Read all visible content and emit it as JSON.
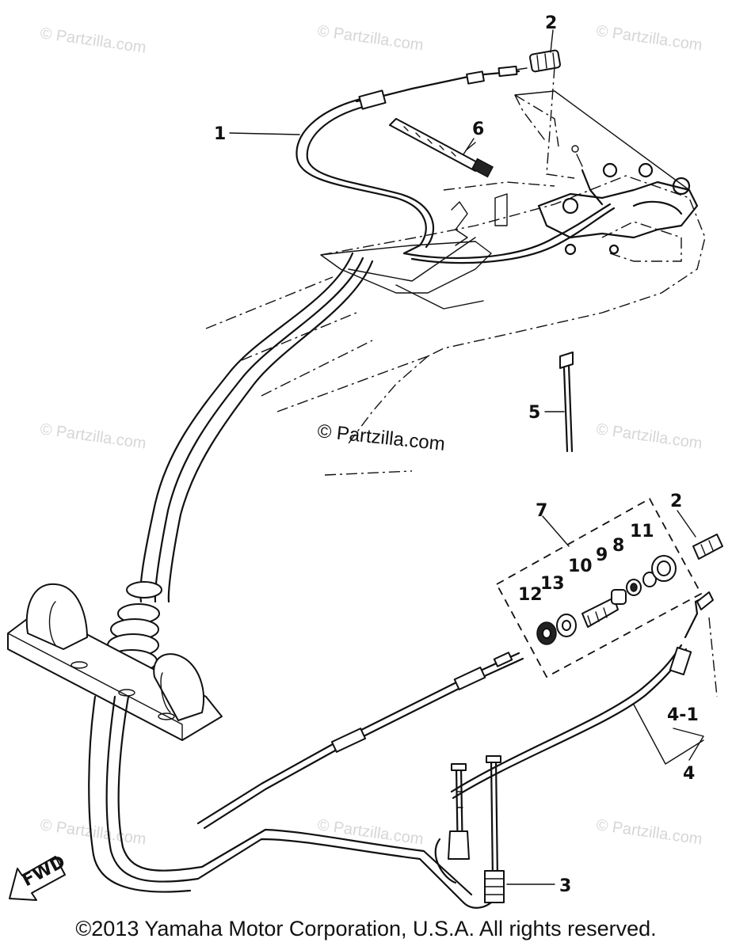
{
  "callouts": {
    "c1": "1",
    "c2_top": "2",
    "c2_right": "2",
    "c3": "3",
    "c4": "4",
    "c4_1": "4-1",
    "c5": "5",
    "c6": "6",
    "c7": "7",
    "c8": "8",
    "c9": "9",
    "c10": "10",
    "c11": "11",
    "c12": "12",
    "c13": "13"
  },
  "fwd_label": "FWD",
  "watermark": "© Partzilla.com",
  "center_watermark": "© Partzilla.com",
  "copyright": "©2013  Yamaha Motor Corporation, U.S.A. All rights reserved."
}
